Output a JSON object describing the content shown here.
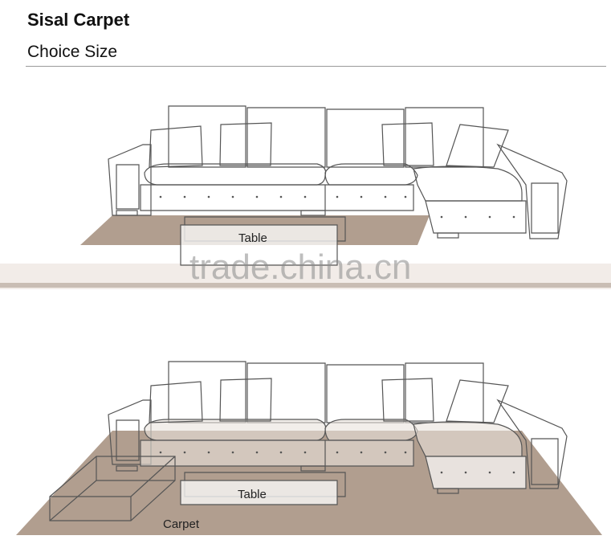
{
  "header": {
    "title": "Sisal Carpet",
    "subtitle": "Choice Size"
  },
  "scene_top": {
    "table_label": "Table",
    "watermark": "trade.china.cn"
  },
  "scene_bottom": {
    "table_label": "Table",
    "carpet_label": "Carpet"
  },
  "colors": {
    "carpet": "#b19e8f",
    "line": "#555555",
    "background": "#ffffff"
  }
}
